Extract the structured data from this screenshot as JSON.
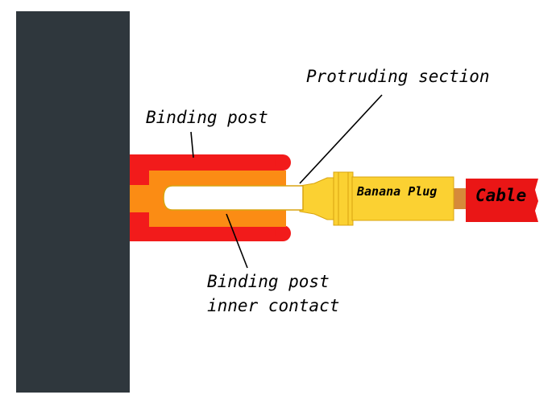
{
  "diagram": {
    "labels": {
      "protruding_section": "Protruding section",
      "binding_post": "Binding post",
      "banana_plug": "Banana Plug",
      "cable": "Cable",
      "inner_contact_line1": "Binding post",
      "inner_contact_line2": "inner contact"
    },
    "colors": {
      "panel": "#2f373d",
      "binding_post_outer": "#f21b1b",
      "binding_post_inner": "#fb8c14",
      "contact_pin": "#ffffff",
      "banana_plug": "#fbd132",
      "banana_plug_outline": "#d8a410",
      "cable": "#ea1616",
      "cable_core": "#d68a3a",
      "leader_line": "#000000",
      "text": "#000000"
    }
  }
}
